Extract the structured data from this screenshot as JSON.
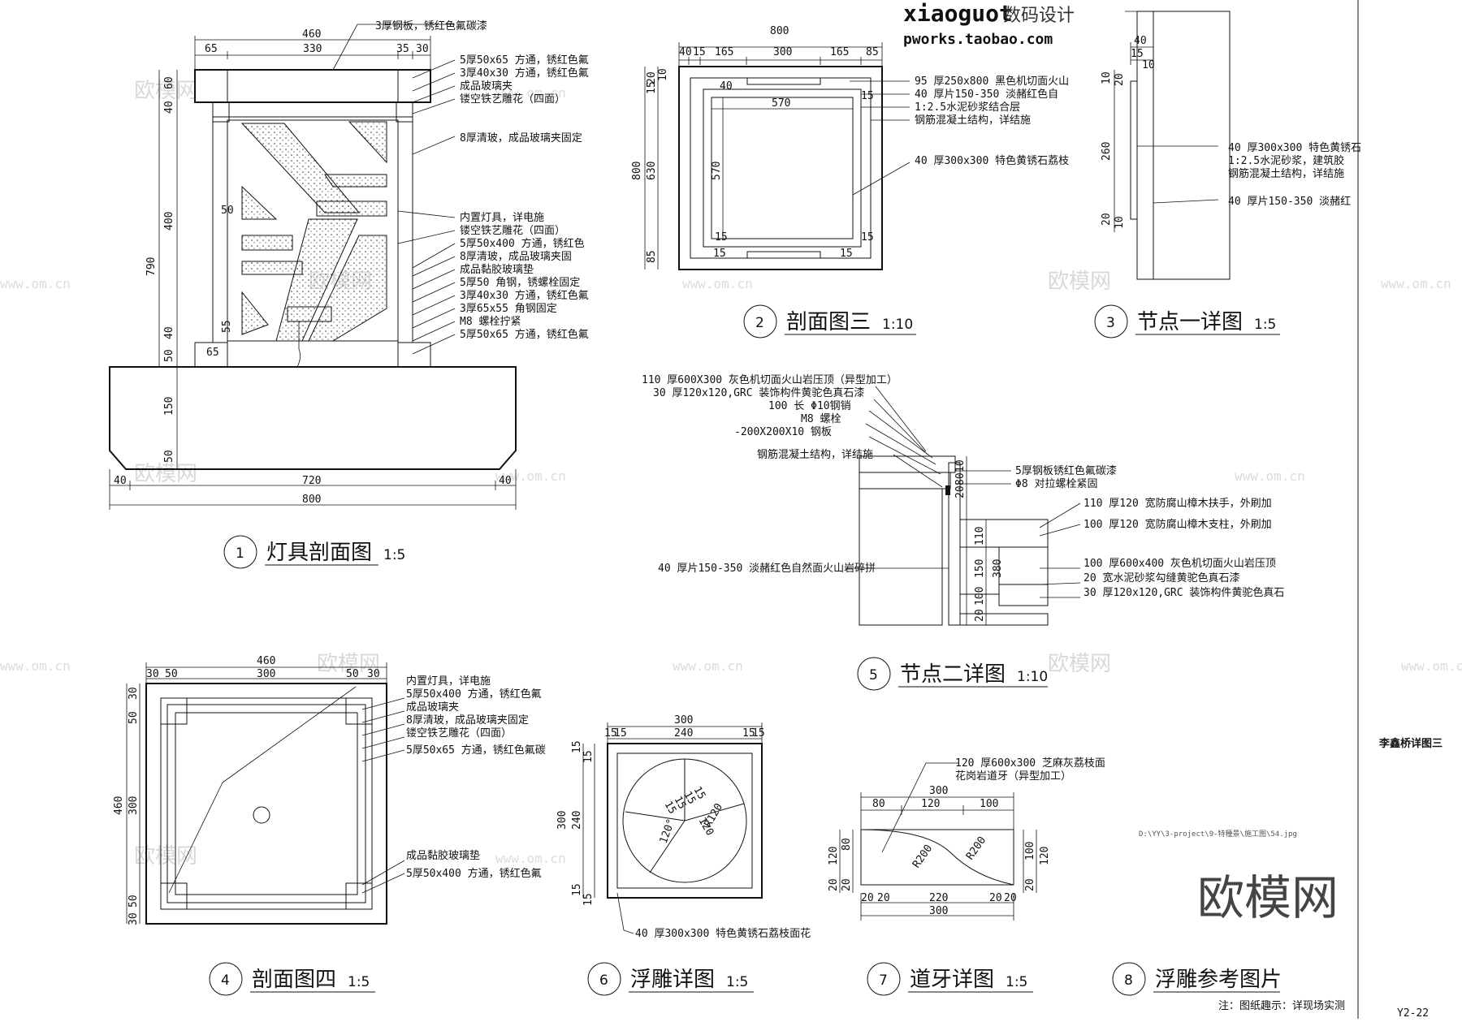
{
  "branding": {
    "site": "xiaoguot",
    "site_cn": "数码设计",
    "shop": "pworks.taobao.com",
    "watermark_cn": "欧模网",
    "watermark_url": "www.om.cn",
    "logo_big": "欧模网"
  },
  "sheet": {
    "title": "李鑫桥详图三",
    "code": "Y2-22",
    "note": "注：图纸趣示：详现场实测",
    "file_path": "D:\\YY\\3-project\\9-特種景\\施工图\\54.jpg"
  },
  "titles": [
    {
      "num": "1",
      "name": "灯具剖面图",
      "scale": "1:5"
    },
    {
      "num": "2",
      "name": "剖面图三",
      "scale": "1:10"
    },
    {
      "num": "3",
      "name": "节点一详图",
      "scale": "1:5"
    },
    {
      "num": "4",
      "name": "剖面图四",
      "scale": "1:5"
    },
    {
      "num": "5",
      "name": "节点二详图",
      "scale": "1:10"
    },
    {
      "num": "6",
      "name": "浮雕详图",
      "scale": "1:5"
    },
    {
      "num": "7",
      "name": "道牙详图",
      "scale": "1:5"
    },
    {
      "num": "8",
      "name": "浮雕参考图片",
      "scale": ""
    }
  ],
  "d1": {
    "labels": [
      "3厚钢板，锈红色氟碳漆",
      "5厚50x65 方通，锈红色氟",
      "3厚40x30 方通，锈红色氟",
      "成品玻璃夹",
      "镂空铁艺雕花（四面）",
      "8厚清玻，成品玻璃夹固定",
      "内置灯具，详电施",
      "镂空铁艺雕花（四面）",
      "5厚50x400 方通，锈红色",
      "8厚清玻，成品玻璃夹固",
      "成品黏胶玻璃垫",
      "5厚50 角钢，锈螺栓固定",
      "3厚40x30 方通，锈红色氟",
      "3厚65x55 角钢固定",
      "M8 螺栓拧紧",
      "5厚50x65 方通，锈红色氟"
    ],
    "dims_top": [
      "460",
      "65",
      "330",
      "35",
      "30"
    ],
    "dims_left": [
      "60",
      "40",
      "400",
      "790",
      "40",
      "50",
      "150",
      "50"
    ],
    "dims_inner": [
      "50",
      "55",
      "65"
    ],
    "dims_bottom": [
      "40",
      "720",
      "40",
      "800"
    ]
  },
  "d2": {
    "labels": [
      "95 厚250x800 黑色机切面火山",
      "40 厚片150-350 淡赭红色自",
      "1:2.5水泥砂浆结合层",
      "钢筋混凝土结构，详结施",
      "40 厚300x300 特色黄锈石荔枝"
    ],
    "dims_top": [
      "800",
      "40",
      "15",
      "165",
      "300",
      "165",
      "85"
    ],
    "dims_left": [
      "20",
      "15",
      "10",
      "800",
      "630",
      "85"
    ],
    "dims_inner": [
      "570",
      "570",
      "40",
      "15",
      "15",
      "15",
      "15",
      "15"
    ]
  },
  "d3": {
    "labels": [
      "40 厚300x300 特色黄锈石",
      "1:2.5水泥砂浆，建筑胶",
      "钢筋混凝土结构，详结施",
      "40 厚片150-350 淡赭红"
    ],
    "dims_top": [
      "40",
      "15",
      "10"
    ],
    "dims_left": [
      "10",
      "20",
      "260",
      "20",
      "10"
    ]
  },
  "d4": {
    "labels": [
      "内置灯具，详电施",
      "5厚50x400 方通，锈红色氟",
      "成品玻璃夹",
      "8厚清玻，成品玻璃夹固定",
      "镂空铁艺雕花（四面）",
      "5厚50x65 方通，锈红色氟碳",
      "成品黏胶玻璃垫",
      "5厚50x400 方通，锈红色氟"
    ],
    "dims_top": [
      "460",
      "30",
      "50",
      "300",
      "50",
      "30"
    ],
    "dims_left": [
      "30",
      "50",
      "460",
      "300",
      "50",
      "30"
    ]
  },
  "d5": {
    "labels_left": [
      "110 厚600X300 灰色机切面火山岩压顶（异型加工）",
      "30 厚120x120,GRC 装饰构件黄驼色真石漆",
      "100 长 Φ10钢销",
      "M8 螺栓",
      "-200X200X10 钢板",
      "钢筋混凝土结构，详结施",
      "40 厚片150-350 淡赭红色自然面火山岩碎拼"
    ],
    "labels_right": [
      "5厚钢板锈红色氟碳漆",
      "Φ8 对拉螺栓紧固",
      "110 厚120 宽防腐山樟木扶手，外刷加",
      "100 厚120 宽防腐山樟木支柱，外刷加",
      "100 厚600x400 灰色机切面火山岩压顶",
      "20 宽水泥砂浆勾缝黄驼色真石漆",
      "30 厚120x120,GRC 装饰构件黄驼色真石"
    ],
    "dims": [
      "10",
      "80",
      "20",
      "110",
      "150",
      "380",
      "100",
      "20"
    ]
  },
  "d6": {
    "labels": [
      "40 厚300x300 特色黄锈石荔枝面花"
    ],
    "dims_top": [
      "300",
      "15",
      "15",
      "240",
      "15",
      "15"
    ],
    "dims_left": [
      "15",
      "15",
      "300",
      "240",
      "15",
      "15"
    ],
    "dims_inner": [
      "15",
      "15",
      "15",
      "15",
      "120",
      "R120",
      "120°"
    ]
  },
  "d7": {
    "labels": [
      "120 厚600x300 芝麻灰荔枝面",
      "花岗岩道牙（异型加工）"
    ],
    "dims_top": [
      "300",
      "80",
      "120",
      "100"
    ],
    "dims_left": [
      "120",
      "80",
      "20",
      "20"
    ],
    "dims_right": [
      "100",
      "120",
      "20"
    ],
    "dims_bottom": [
      "20",
      "20",
      "220",
      "20",
      "20",
      "300"
    ],
    "radii": [
      "R200",
      "R200"
    ]
  }
}
